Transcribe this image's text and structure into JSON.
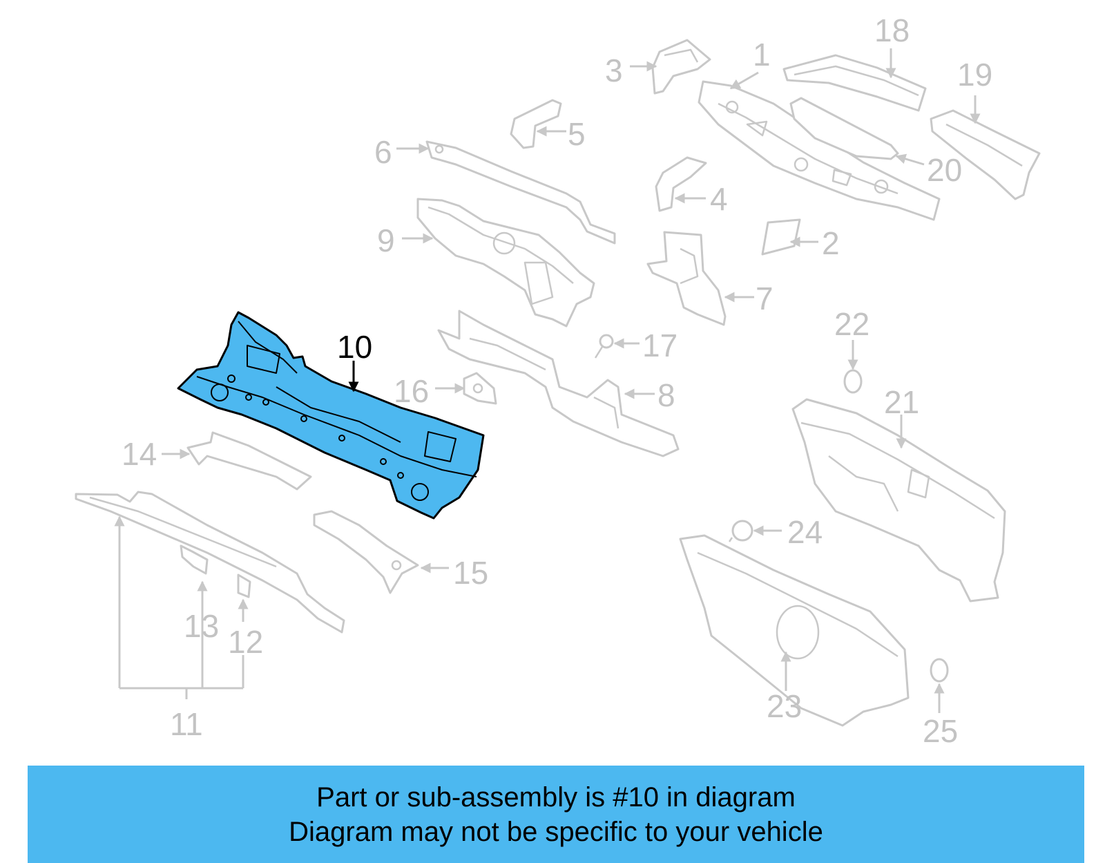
{
  "diagram": {
    "highlight_color": "#4cb8f0",
    "highlighted_part": "10",
    "callouts": [
      "1",
      "2",
      "3",
      "4",
      "5",
      "6",
      "7",
      "8",
      "9",
      "10",
      "11",
      "12",
      "13",
      "14",
      "15",
      "16",
      "17",
      "18",
      "19",
      "20",
      "21",
      "22",
      "23",
      "24",
      "25"
    ]
  },
  "banner": {
    "line1": "Part or sub-assembly is #10 in diagram",
    "line2": "Diagram may not be specific to your vehicle"
  }
}
